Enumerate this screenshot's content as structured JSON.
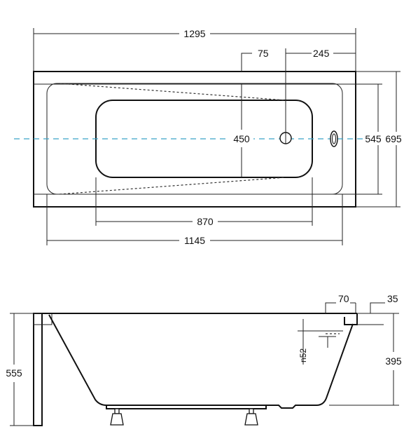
{
  "top_view": {
    "dims": {
      "overall_length": "1295",
      "drain_offset": "75",
      "drain_to_end": "245",
      "inner_width": "450",
      "rim_width": "545",
      "overall_width": "695",
      "bottom_length": "870",
      "inner_length": "1145"
    }
  },
  "side_view": {
    "dims": {
      "total_height": "555",
      "rim_70": "70",
      "rim_35": "35",
      "overflow_52": "n52",
      "depth": "395"
    }
  },
  "colors": {
    "line": "#111111",
    "centerline": "#3aa3c7"
  }
}
